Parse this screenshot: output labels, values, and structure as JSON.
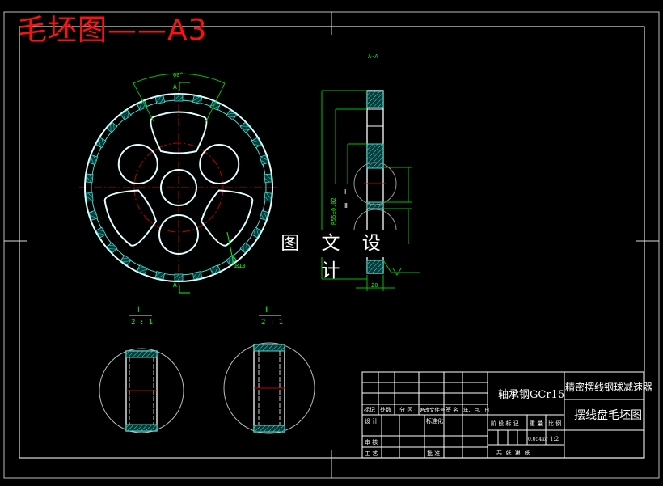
{
  "drawing_title": "毛坯图——A3",
  "watermark": "图 文 设 计",
  "colors": {
    "background": "#000000",
    "outline": "#ffffff",
    "hatch": "#40e0d0",
    "dimension": "#00ff00",
    "centerline": "#c00000",
    "title": "#ff1010"
  },
  "front_view": {
    "angle_label": "60°",
    "section_mark": "A",
    "radius_label": "R13",
    "teeth_count": 30
  },
  "section_view": {
    "title": "A-A",
    "tolerance_label": "R55±0.02",
    "width_label": "20",
    "detail_marks": [
      "Ⅰ",
      "Ⅱ"
    ]
  },
  "details": [
    {
      "mark": "Ⅰ",
      "scale": "2 : 1"
    },
    {
      "mark": "Ⅱ",
      "scale": "2 : 1"
    }
  ],
  "title_block": {
    "material": "轴承钢GCr15",
    "project": "精密摆线钢球减速器",
    "drawing_name": "摆线盘毛坯图",
    "rev_headers": [
      "标记",
      "处数",
      "分 区",
      "更改文件号",
      "签 名",
      "年、月、日"
    ],
    "design": "设 计",
    "standardize": "标准化",
    "check": "审 核",
    "process": "工 艺",
    "approve": "批 准",
    "stage_mark": "阶 段 标 记",
    "weight_label": "重 量",
    "scale_label": "比 例",
    "weight": "0.054kg",
    "scale": "1:2",
    "sheets": "共  张  第  张"
  }
}
